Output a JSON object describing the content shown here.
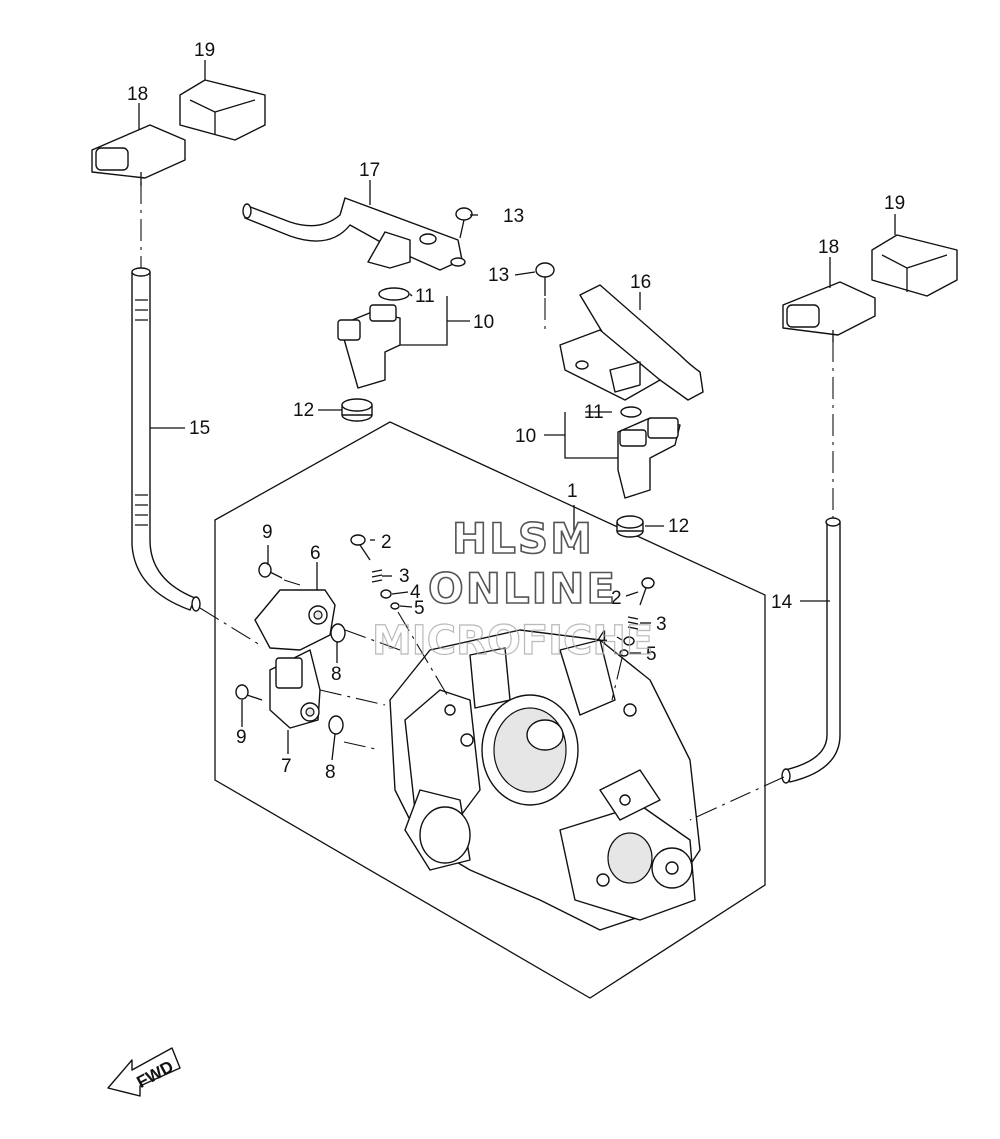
{
  "callouts": [
    {
      "id": "c1",
      "label": "1"
    },
    {
      "id": "c2a",
      "label": "2"
    },
    {
      "id": "c2b",
      "label": "2"
    },
    {
      "id": "c3a",
      "label": "3"
    },
    {
      "id": "c3b",
      "label": "3"
    },
    {
      "id": "c4a",
      "label": "4"
    },
    {
      "id": "c4b",
      "label": "4"
    },
    {
      "id": "c5a",
      "label": "5"
    },
    {
      "id": "c5b",
      "label": "5"
    },
    {
      "id": "c6",
      "label": "6"
    },
    {
      "id": "c7",
      "label": "7"
    },
    {
      "id": "c8a",
      "label": "8"
    },
    {
      "id": "c8b",
      "label": "8"
    },
    {
      "id": "c9a",
      "label": "9"
    },
    {
      "id": "c9b",
      "label": "9"
    },
    {
      "id": "c10a",
      "label": "10"
    },
    {
      "id": "c10b",
      "label": "10"
    },
    {
      "id": "c11a",
      "label": "11"
    },
    {
      "id": "c11b",
      "label": "11"
    },
    {
      "id": "c12a",
      "label": "12"
    },
    {
      "id": "c12b",
      "label": "12"
    },
    {
      "id": "c13a",
      "label": "13"
    },
    {
      "id": "c13b",
      "label": "13"
    },
    {
      "id": "c14",
      "label": "14"
    },
    {
      "id": "c15",
      "label": "15"
    },
    {
      "id": "c16",
      "label": "16"
    },
    {
      "id": "c17",
      "label": "17"
    },
    {
      "id": "c18a",
      "label": "18"
    },
    {
      "id": "c18b",
      "label": "18"
    },
    {
      "id": "c19a",
      "label": "19"
    },
    {
      "id": "c19b",
      "label": "19"
    }
  ],
  "watermark": {
    "line1": "HLSM",
    "line2": "ONLINE",
    "line3": "MICROFICHE"
  },
  "direction_arrow": {
    "label": "FWD",
    "icon": "fwd-arrow-icon"
  }
}
